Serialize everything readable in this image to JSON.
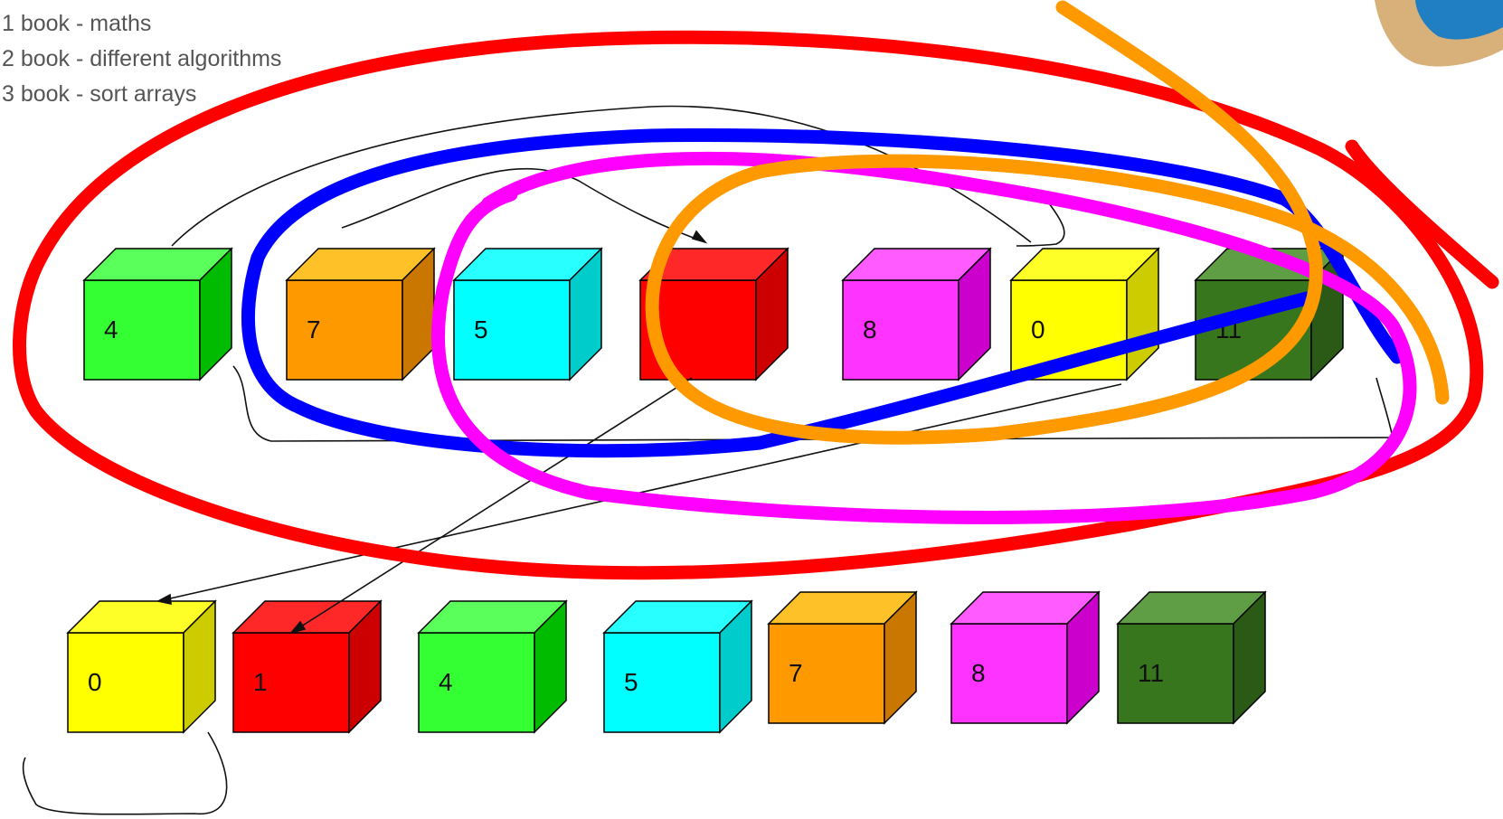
{
  "notes": [
    "1 book - maths",
    "2 book - different algorithms",
    "3 book - sort arrays"
  ],
  "row1": [
    {
      "label": "4",
      "color": "#33ff33",
      "side": "#00bb00"
    },
    {
      "label": "7",
      "color": "#ff9900",
      "side": "#c97700"
    },
    {
      "label": "5",
      "color": "#00ffff",
      "side": "#00cccc"
    },
    {
      "label": "",
      "color": "#ff0000",
      "side": "#cc0000"
    },
    {
      "label": "8",
      "color": "#ff33ff",
      "side": "#cc00cc"
    },
    {
      "label": "0",
      "color": "#ffff00",
      "side": "#cccc00"
    },
    {
      "label": "11",
      "color": "#38761d",
      "side": "#2a5a16"
    }
  ],
  "row2": [
    {
      "label": "0",
      "color": "#ffff00",
      "side": "#cccc00"
    },
    {
      "label": "1",
      "color": "#ff0000",
      "side": "#cc0000"
    },
    {
      "label": "4",
      "color": "#33ff33",
      "side": "#00bb00"
    },
    {
      "label": "5",
      "color": "#00ffff",
      "side": "#00cccc"
    },
    {
      "label": "7",
      "color": "#ff9900",
      "side": "#c97700"
    },
    {
      "label": "8",
      "color": "#ff33ff",
      "side": "#cc00cc"
    },
    {
      "label": "11",
      "color": "#38761d",
      "side": "#2a5a16"
    }
  ],
  "scribble_colors": {
    "red": "#ff0000",
    "blue": "#0000ff",
    "magenta": "#ff00ff",
    "orange": "#ff9900",
    "ink": "#111111"
  }
}
